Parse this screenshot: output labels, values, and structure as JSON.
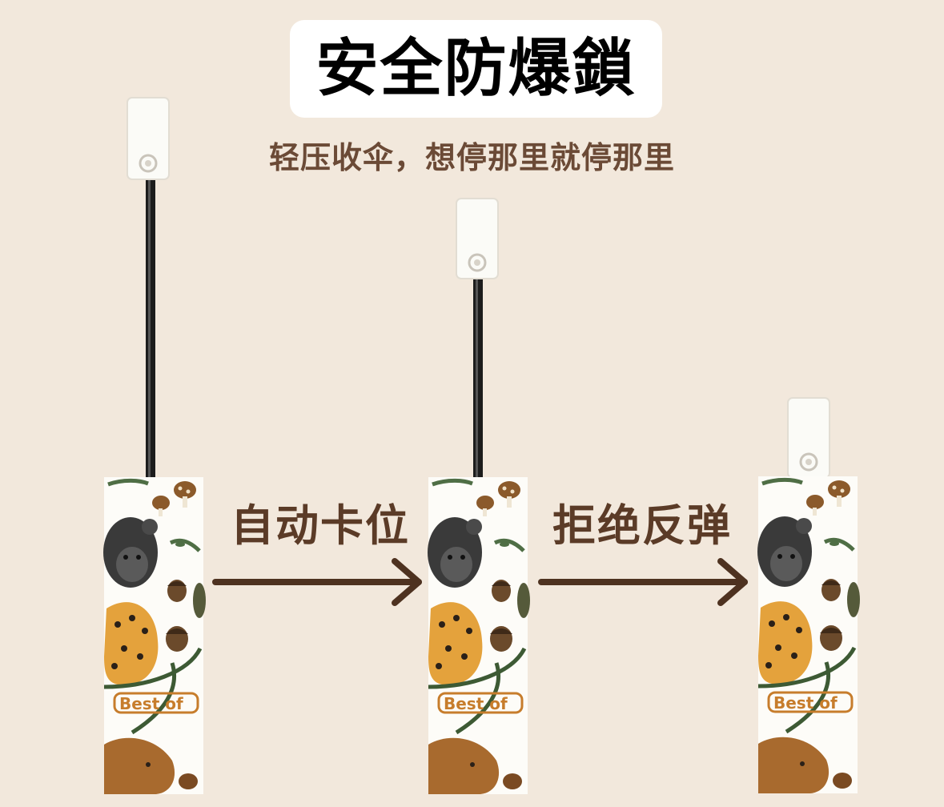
{
  "title": "安全防爆鎖",
  "subtitle": "轻压收伞，想停那里就停那里",
  "steps": [
    {
      "label": "自动卡位"
    },
    {
      "label": "拒绝反弹"
    }
  ],
  "umbrella_print": {
    "text": "Best of"
  },
  "colors": {
    "background": "#f2e8dc",
    "title_box": "#ffffff",
    "subtitle": "#6b4a36",
    "step_label": "#5b3b27",
    "arrow": "#4e3220",
    "shaft": "#1c1c1c"
  }
}
